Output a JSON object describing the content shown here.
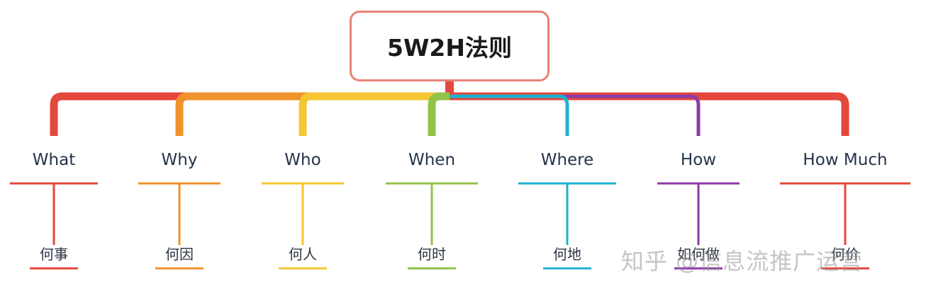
{
  "root": {
    "label": "5W2H法则",
    "color": "#e98377"
  },
  "branches": [
    {
      "label": "What",
      "leaf": "何事",
      "color": "#e4473b"
    },
    {
      "label": "Why",
      "leaf": "何因",
      "color": "#f0922b"
    },
    {
      "label": "Who",
      "leaf": "何人",
      "color": "#f6c632"
    },
    {
      "label": "When",
      "leaf": "何时",
      "color": "#93c248"
    },
    {
      "label": "Where",
      "leaf": "何地",
      "color": "#1fb1ce"
    },
    {
      "label": "How",
      "leaf": "如何做",
      "color": "#8e3aa6"
    },
    {
      "label": "How Much",
      "leaf": "何价",
      "color": "#e4473b"
    }
  ],
  "watermark": "知乎 @信息流推广运营"
}
